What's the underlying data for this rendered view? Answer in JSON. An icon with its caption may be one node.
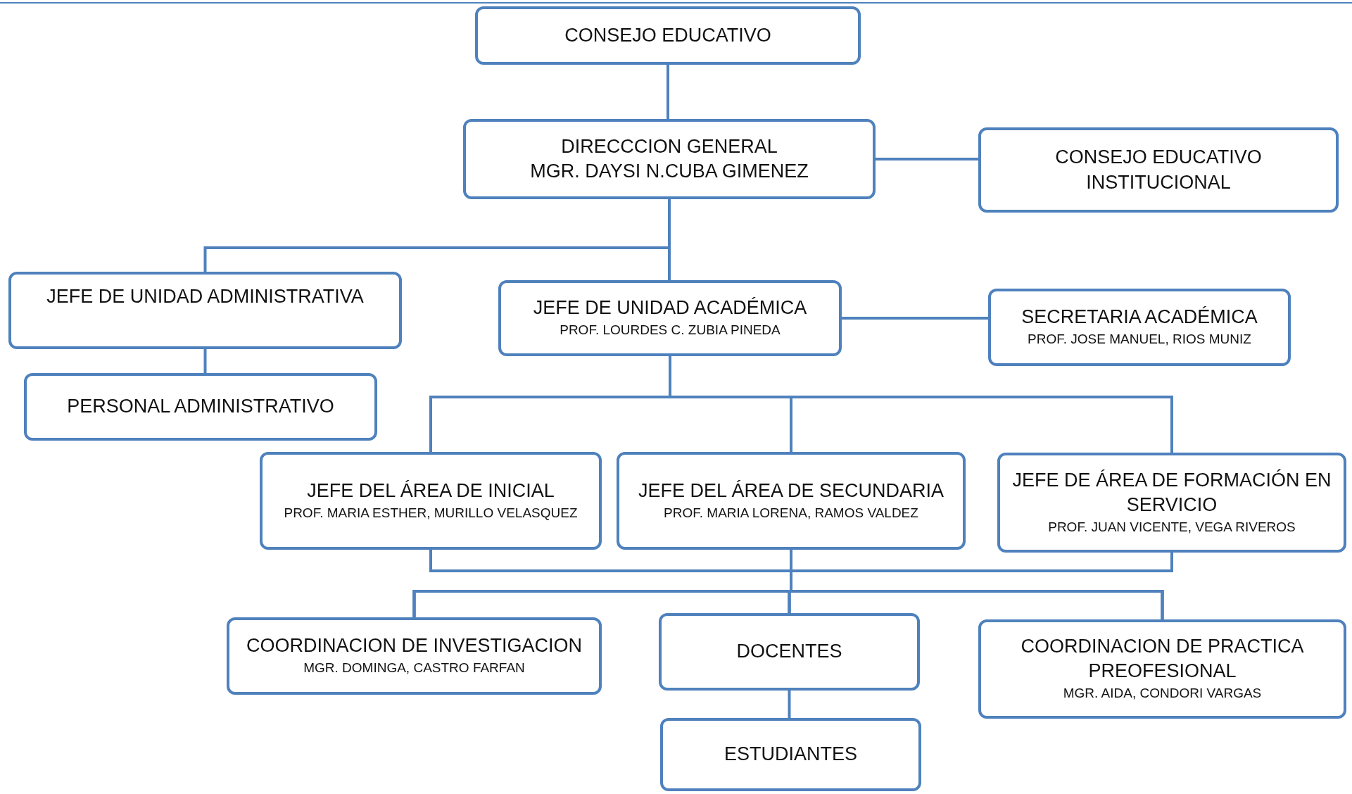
{
  "diagram": {
    "nodes": [
      {
        "text": [
          "CONSEJO EDUCATIVO"
        ]
      },
      {
        "text": [
          "DIRECCCION GENERAL",
          "MGR. DAYSI N.CUBA GIMENEZ"
        ]
      },
      {
        "text": [
          "CONSEJO EDUCATIVO INSTITUCIONAL"
        ]
      },
      {
        "text": [
          "JEFE DE UNIDAD ADMINISTRATIVA"
        ]
      },
      {
        "text": [
          "PERSONAL ADMINISTRATIVO"
        ]
      },
      {
        "text": [
          "JEFE DE UNIDAD ACADÉMICA",
          "PROF. LOURDES C. ZUBIA PINEDA"
        ]
      },
      {
        "text": [
          "SECRETARIA ACADÉMICA",
          "PROF. JOSE MANUEL, RIOS MUNIZ"
        ]
      },
      {
        "text": [
          "JEFE DEL ÁREA DE INICIAL",
          "PROF. MARIA ESTHER, MURILLO VELASQUEZ"
        ]
      },
      {
        "text": [
          "JEFE DEL ÁREA DE SECUNDARIA",
          "PROF. MARIA LORENA, RAMOS VALDEZ"
        ]
      },
      {
        "text": [
          "JEFE DE ÁREA DE FORMACIÓN EN SERVICIO",
          "PROF. JUAN VICENTE, VEGA RIVEROS"
        ]
      },
      {
        "text": [
          "COORDINACION DE INVESTIGACION",
          "MGR. DOMINGA, CASTRO FARFAN"
        ]
      },
      {
        "text": [
          "DOCENTES"
        ]
      },
      {
        "text": [
          "COORDINACION DE PRACTICA PREOFESIONAL",
          "MGR. AIDA, CONDORI VARGAS"
        ]
      },
      {
        "text": [
          "ESTUDIANTES"
        ]
      }
    ],
    "edges": [
      {
        "from": 0,
        "to": 1,
        "arrow": "none"
      },
      {
        "from": 1,
        "to": 2,
        "arrow": "none"
      },
      {
        "from": 1,
        "to": 3,
        "arrow": "none"
      },
      {
        "from": 1,
        "to": 5,
        "arrow": "none"
      },
      {
        "from": 3,
        "to": 4,
        "arrow": "none"
      },
      {
        "from": 5,
        "to": 6,
        "arrow": "none"
      },
      {
        "from": 5,
        "to": 7,
        "arrow": "none"
      },
      {
        "from": 5,
        "to": 8,
        "arrow": "none"
      },
      {
        "from": 5,
        "to": 9,
        "arrow": "none"
      },
      {
        "from": 7,
        "to": 10,
        "arrow": "none"
      },
      {
        "from": 7,
        "to": 11,
        "arrow": "none"
      },
      {
        "from": 7,
        "to": 12,
        "arrow": "none"
      },
      {
        "from": 8,
        "to": 10,
        "arrow": "none"
      },
      {
        "from": 8,
        "to": 11,
        "arrow": "none"
      },
      {
        "from": 8,
        "to": 12,
        "arrow": "none"
      },
      {
        "from": 9,
        "to": 10,
        "arrow": "none"
      },
      {
        "from": 9,
        "to": 11,
        "arrow": "none"
      },
      {
        "from": 9,
        "to": 12,
        "arrow": "none"
      },
      {
        "from": 11,
        "to": 13,
        "arrow": "none"
      }
    ]
  }
}
